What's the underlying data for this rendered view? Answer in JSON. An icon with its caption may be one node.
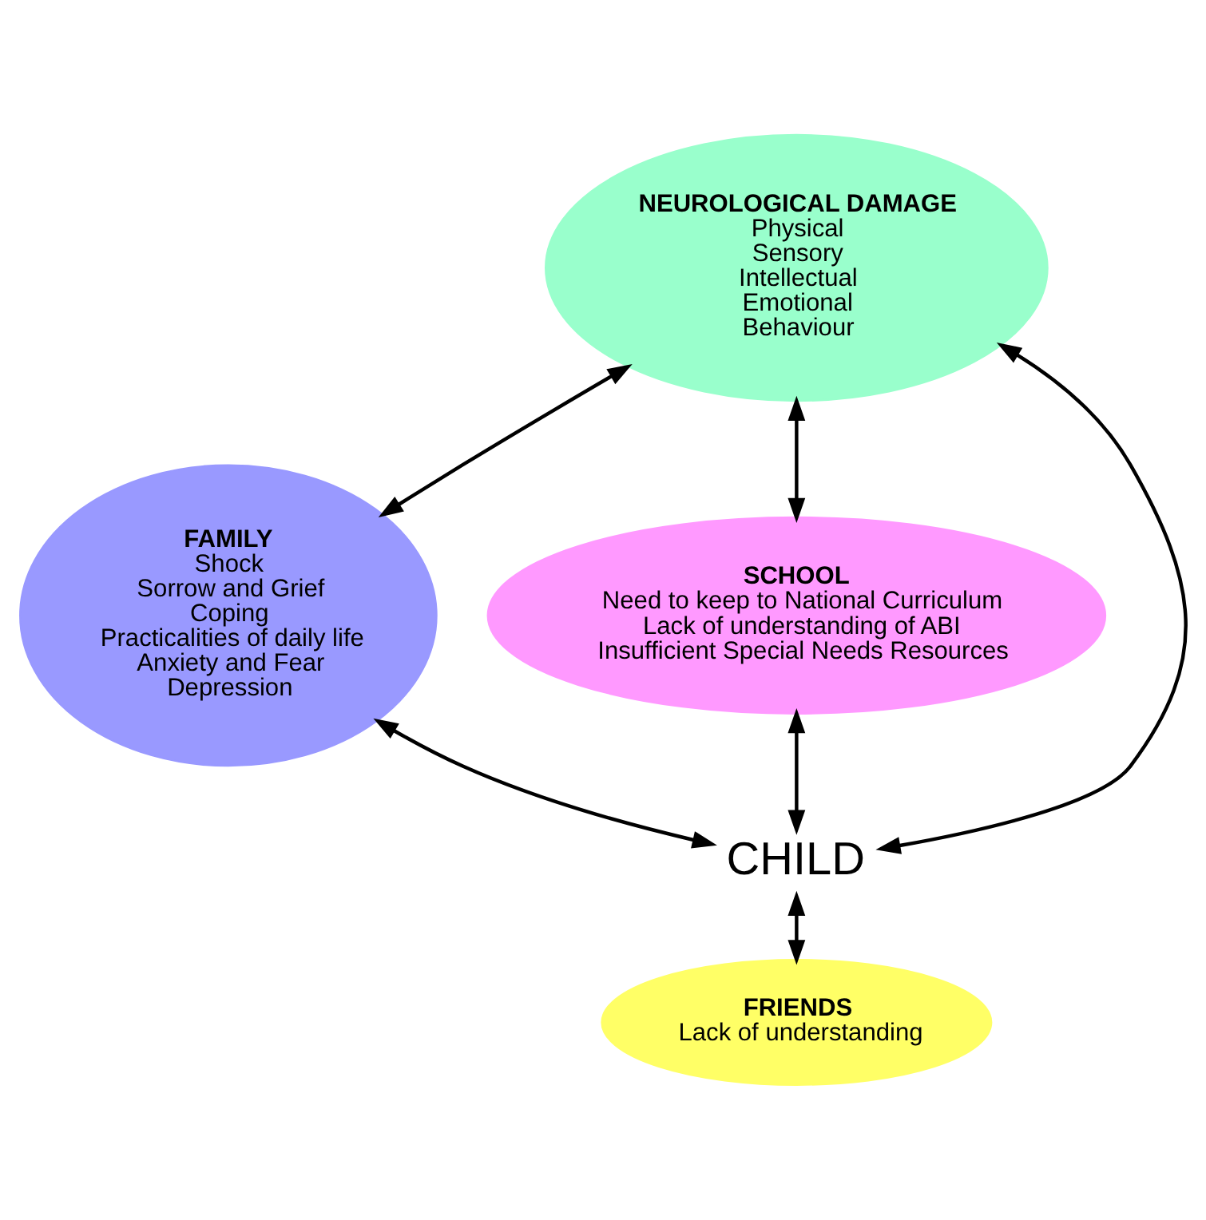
{
  "diagram": {
    "nodes": [
      {
        "text": [
          "NEUROLOGICAL DAMAGE",
          "Physical",
          "Sensory",
          "Intellectual",
          "Emotional",
          "Behaviour"
        ]
      },
      {
        "text": [
          "FAMILY",
          "Shock",
          "Sorrow and Grief",
          "Coping",
          "Practicalities of daily life",
          "Anxiety and Fear",
          "Depression"
        ]
      },
      {
        "text": [
          "SCHOOL",
          "Need to keep to National Curriculum",
          "Lack of understanding of ABI",
          "Insufficient Special Needs Resources"
        ]
      },
      {
        "text": [
          "CHILD"
        ]
      },
      {
        "text": [
          "FRIENDS",
          "Lack of understanding"
        ]
      }
    ],
    "edges": [
      {
        "from": 0,
        "to": 1,
        "arrow": "both"
      },
      {
        "from": 0,
        "to": 2,
        "arrow": "both"
      },
      {
        "from": 0,
        "to": 3,
        "arrow": "both"
      },
      {
        "from": 1,
        "to": 3,
        "arrow": "both"
      },
      {
        "from": 2,
        "to": 3,
        "arrow": "both"
      },
      {
        "from": 3,
        "to": 4,
        "arrow": "both"
      }
    ]
  }
}
